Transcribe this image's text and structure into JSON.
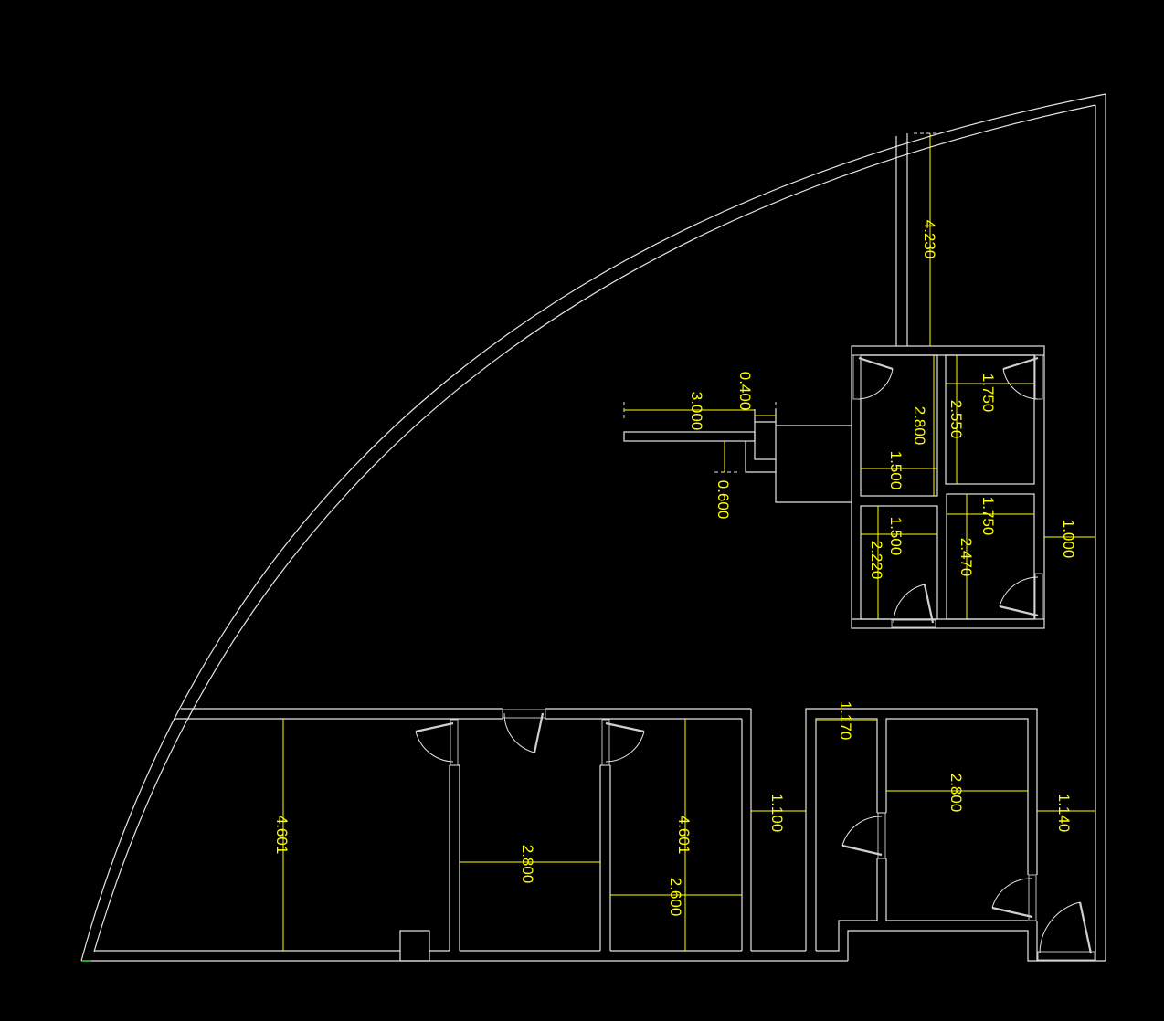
{
  "colors": {
    "background": "#000000",
    "walls": "#e6e6e6",
    "dimensions": "#ffff00"
  },
  "dimensions": {
    "d_4230": "4.230",
    "d_0400": "0.400",
    "d_3000": "3.000",
    "d_0600": "0.600",
    "d_2800_a": "2.800",
    "d_1500_a": "1.500",
    "d_1750_a": "1.750",
    "d_2550": "2.550",
    "d_1500_b": "1.500",
    "d_2220": "2.220",
    "d_1750_b": "1.750",
    "d_2470": "2.470",
    "d_1000": "1.000",
    "d_4601_a": "4.601",
    "d_2800_b": "2.800",
    "d_4601_b": "4.601",
    "d_2600": "2.600",
    "d_1100": "1.100",
    "d_1170": "1.170",
    "d_2800_c": "2.800",
    "d_1140": "1.140"
  }
}
